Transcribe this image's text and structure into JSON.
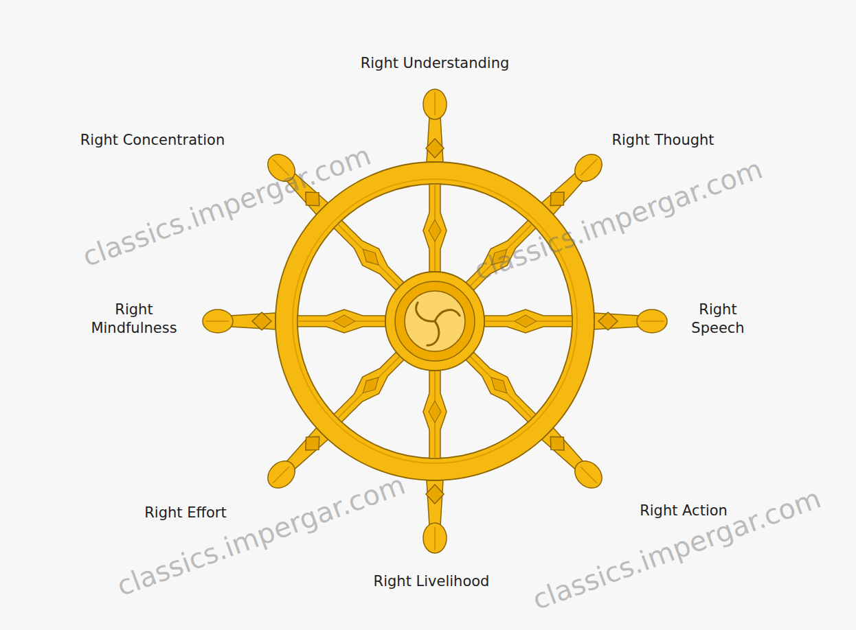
{
  "diagram": {
    "labels": [
      "Right Understanding",
      "Right Thought",
      "Right Speech",
      "Right Action",
      "Right Livelihood",
      "Right Effort",
      "Right Mindfulness",
      "Right Concentration",
      "classics.impergar.com",
      "classics.impergar.com",
      "classics.impergar.com",
      "classics.impergar.com"
    ]
  }
}
